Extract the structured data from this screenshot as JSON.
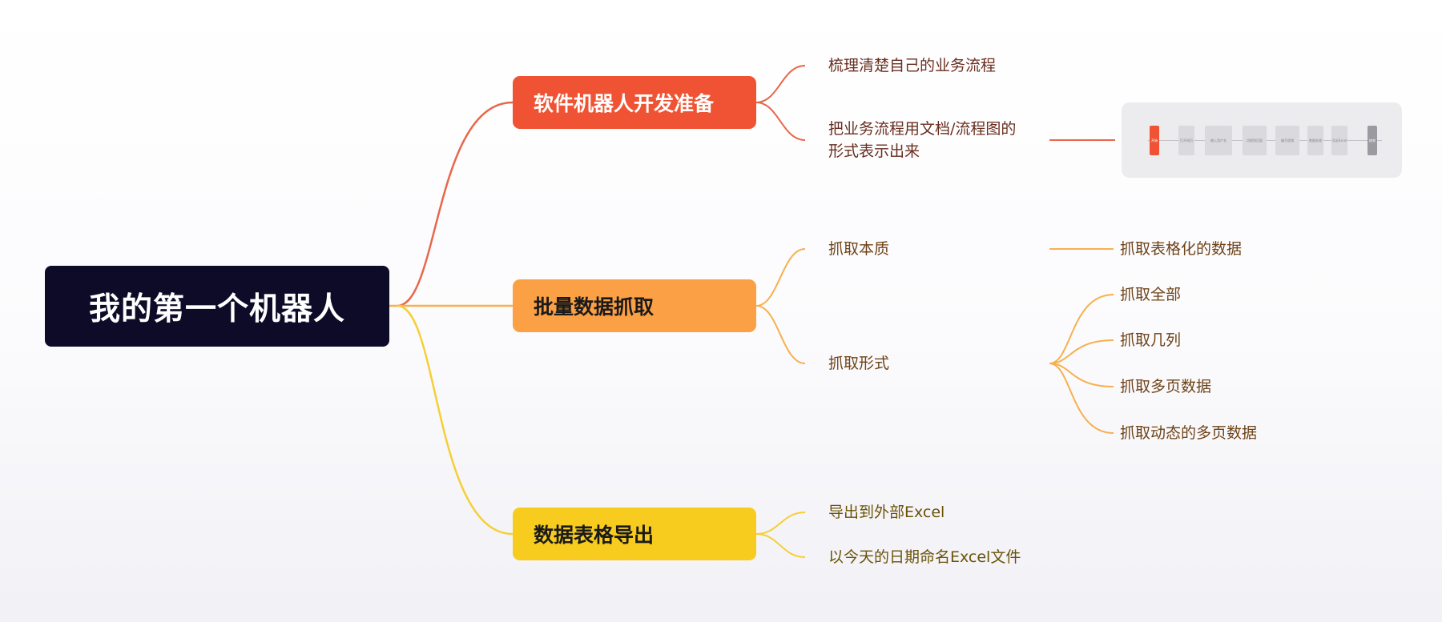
{
  "root": {
    "label": "我的第一个机器人"
  },
  "branches": [
    {
      "label": "软件机器人开发准备",
      "color": "#f05333",
      "children": [
        {
          "label": "梳理清楚自己的业务流程"
        },
        {
          "label_lines": [
            "把业务流程用文档/流程图的",
            "形式表示出来"
          ]
        }
      ]
    },
    {
      "label": "批量数据抓取",
      "color": "#fba044",
      "children": [
        {
          "label": "抓取本质",
          "children": [
            {
              "label": "抓取表格化的数据"
            }
          ]
        },
        {
          "label": "抓取形式",
          "children": [
            {
              "label": "抓取全部"
            },
            {
              "label": "抓取几列"
            },
            {
              "label": "抓取多页数据"
            },
            {
              "label": "抓取动态的多页数据"
            }
          ]
        }
      ]
    },
    {
      "label": "数据表格导出",
      "color": "#f7cc1f",
      "children": [
        {
          "label": "导出到外部Excel"
        },
        {
          "label": "以今天的日期命名Excel文件"
        }
      ]
    }
  ],
  "flowchart_thumbnail": {
    "nodes": [
      "开始",
      "打开网页",
      "输入用户名",
      "切换到页面",
      "编写逻辑",
      "数据处理",
      "导出Excel",
      "结束"
    ]
  }
}
